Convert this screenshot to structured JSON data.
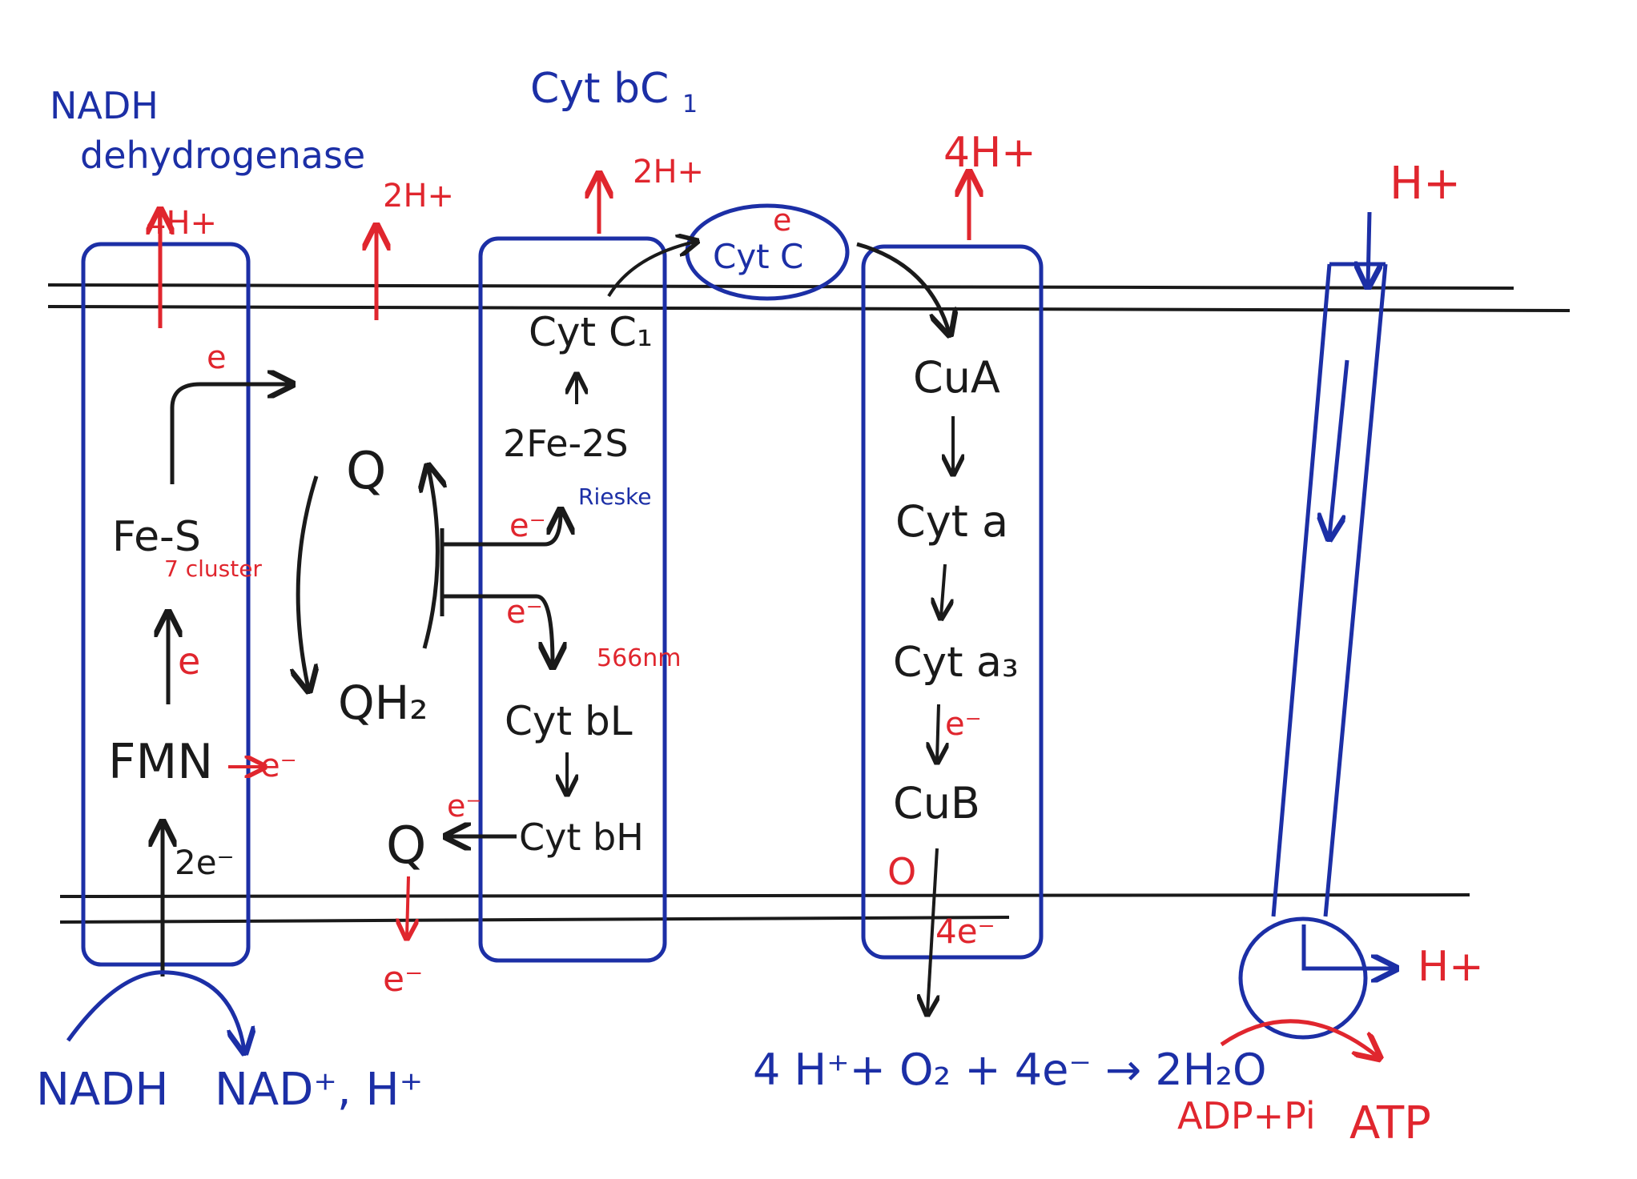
{
  "labels": {
    "nadh_dehydrogenase_line1": "NADH",
    "nadh_dehydrogenase_line2": "dehydrogenase",
    "cyt_bc1_title": "Cyt bC",
    "cyt_bc1_sub": "1",
    "proton_4h_complex1": "4H+",
    "proton_2h_q": "2H+",
    "proton_2h_bc1": "2H+",
    "proton_4h_complex4": "4H+",
    "proton_h_synthase_in": "H+",
    "fe_s": "Fe-S",
    "fe_s_cluster": "7 cluster",
    "e_complex1_top": "e",
    "e_complex1_mid": "e",
    "fmn": "FMN",
    "fmn_e": "e⁻",
    "two_e": "2e⁻",
    "nadh": "NADH",
    "nad_h": "NAD⁺, H⁺",
    "q_top": "Q",
    "qh2": "QH₂",
    "q_bottom": "Q",
    "e_q_bottom": "e⁻",
    "e_q_out": "e⁻",
    "cyt_c1": "Cyt C₁",
    "fe2s2": "2Fe-2S",
    "rieske": "Rieske",
    "e_rieske": "e⁻",
    "e_bl": "e⁻",
    "nm_566": "566nm",
    "cyt_bl": "Cyt bL",
    "cyt_bh": "Cyt bH",
    "cyt_c": "Cyt C",
    "e_cyt_c": "e",
    "cu_a": "CuA",
    "cyt_a": "Cyt a",
    "cyt_a3": "Cyt a₃",
    "e_a3": "e⁻",
    "cu_b": "CuB",
    "oxygen_mark": "O",
    "four_e": "4e⁻",
    "water_reaction": "4 H⁺+ O₂ + 4e⁻ → 2H₂O",
    "proton_h_synthase_out": "H+",
    "adp_pi": "ADP+Pi",
    "atp": "ATP"
  },
  "colors": {
    "blue": "#1c2fa6",
    "red": "#e0262e",
    "black": "#1a1a1a"
  }
}
